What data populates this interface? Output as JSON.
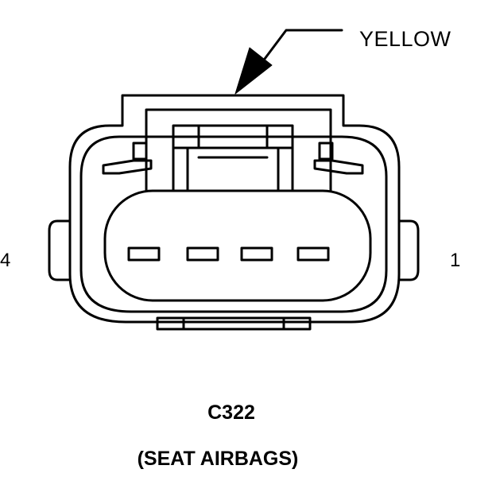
{
  "connector": {
    "id": "C322",
    "description": "(SEAT AIRBAGS)",
    "color_label": "YELLOW",
    "pin_left": "4",
    "pin_right": "1",
    "cavity_count": 4
  },
  "colors": {
    "ink": "#000000",
    "background": "#ffffff"
  }
}
